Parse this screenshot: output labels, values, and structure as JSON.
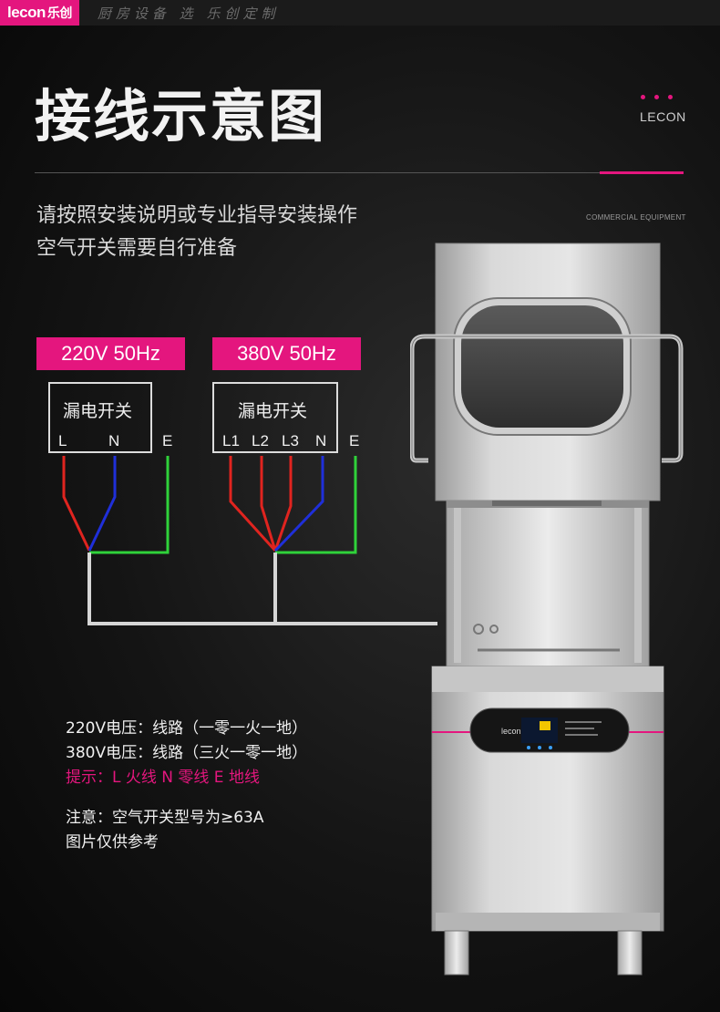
{
  "header": {
    "logo_text": "lecon",
    "logo_cn": "乐创",
    "slogan": "厨房设备 选 乐创定制"
  },
  "title": "接线示意图",
  "brand_right": "LECON",
  "brand_sub": "COMMERCIAL EQUIPMENT",
  "intro": [
    "请按照安装说明或专业指导安装操作",
    "空气开关需要自行准备"
  ],
  "wiring": {
    "single_phase": {
      "tag": "220V 50Hz",
      "switch_label": "漏电开关",
      "terminals": [
        "L",
        "N",
        "E"
      ]
    },
    "three_phase": {
      "tag": "380V 50Hz",
      "switch_label": "漏电开关",
      "terminals": [
        "L1",
        "L2",
        "L3",
        "N",
        "E"
      ]
    }
  },
  "panel_logo": "lecon乐创",
  "notes": {
    "line1": "220V电压：线路（一零一火一地）",
    "line2": "380V电压：线路（三火一零一地）",
    "hint": "提示：L 火线  N 零线  E 地线",
    "line4": "注意：空气开关型号为≥63A",
    "line5": "图片仅供参考"
  },
  "colors": {
    "accent": "#e4167e",
    "live": "#e0241f",
    "neutral": "#1f2fd9",
    "earth": "#2fd23a"
  }
}
